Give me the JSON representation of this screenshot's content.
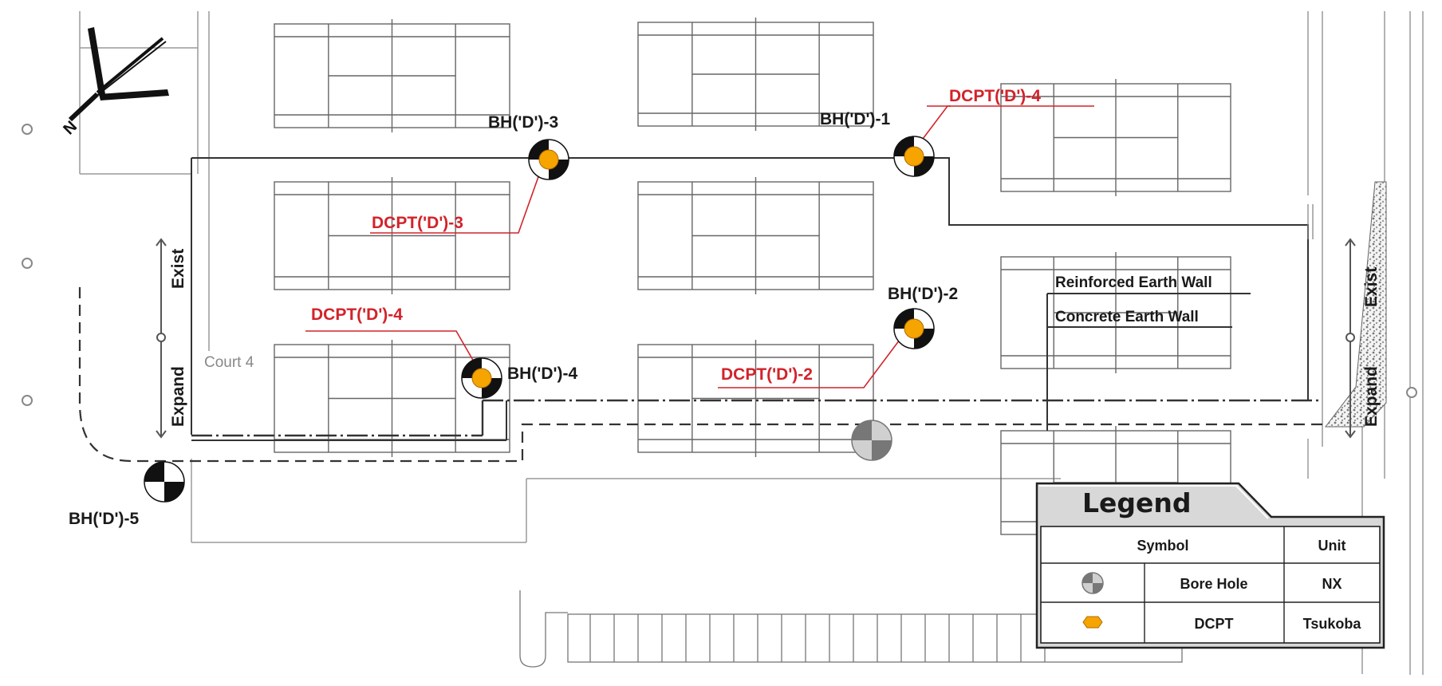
{
  "north_arrow": {
    "label": "N"
  },
  "court_label": "Court 4",
  "borings": [
    {
      "id": "bh1",
      "label": "BH('D')-1"
    },
    {
      "id": "bh2",
      "label": "BH('D')-2"
    },
    {
      "id": "bh3",
      "label": "BH('D')-3"
    },
    {
      "id": "bh4",
      "label": "BH('D')-4"
    },
    {
      "id": "bh5",
      "label": "BH('D')-5"
    }
  ],
  "dcpt": [
    {
      "id": "dcpt4a",
      "label": "DCPT('D')-4"
    },
    {
      "id": "dcpt3",
      "label": "DCPT('D')-3"
    },
    {
      "id": "dcpt4b",
      "label": "DCPT('D')-4"
    },
    {
      "id": "dcpt2",
      "label": "DCPT('D')-2"
    }
  ],
  "walls": {
    "reinforced": "Reinforced Earth Wall",
    "concrete": "Concrete Earth Wall"
  },
  "zones": {
    "exist": "Exist",
    "expand": "Expand"
  },
  "legend": {
    "title": "Legend",
    "headers": {
      "symbol": "Symbol",
      "unit": "Unit"
    },
    "rows": [
      {
        "name": "Bore Hole",
        "unit": "NX"
      },
      {
        "name": "DCPT",
        "unit": "Tsukoba"
      }
    ]
  },
  "colors": {
    "accent_red": "#d2232a",
    "dcpt_orange": "#f5a400",
    "line": "#333333",
    "court_line": "#666666"
  }
}
